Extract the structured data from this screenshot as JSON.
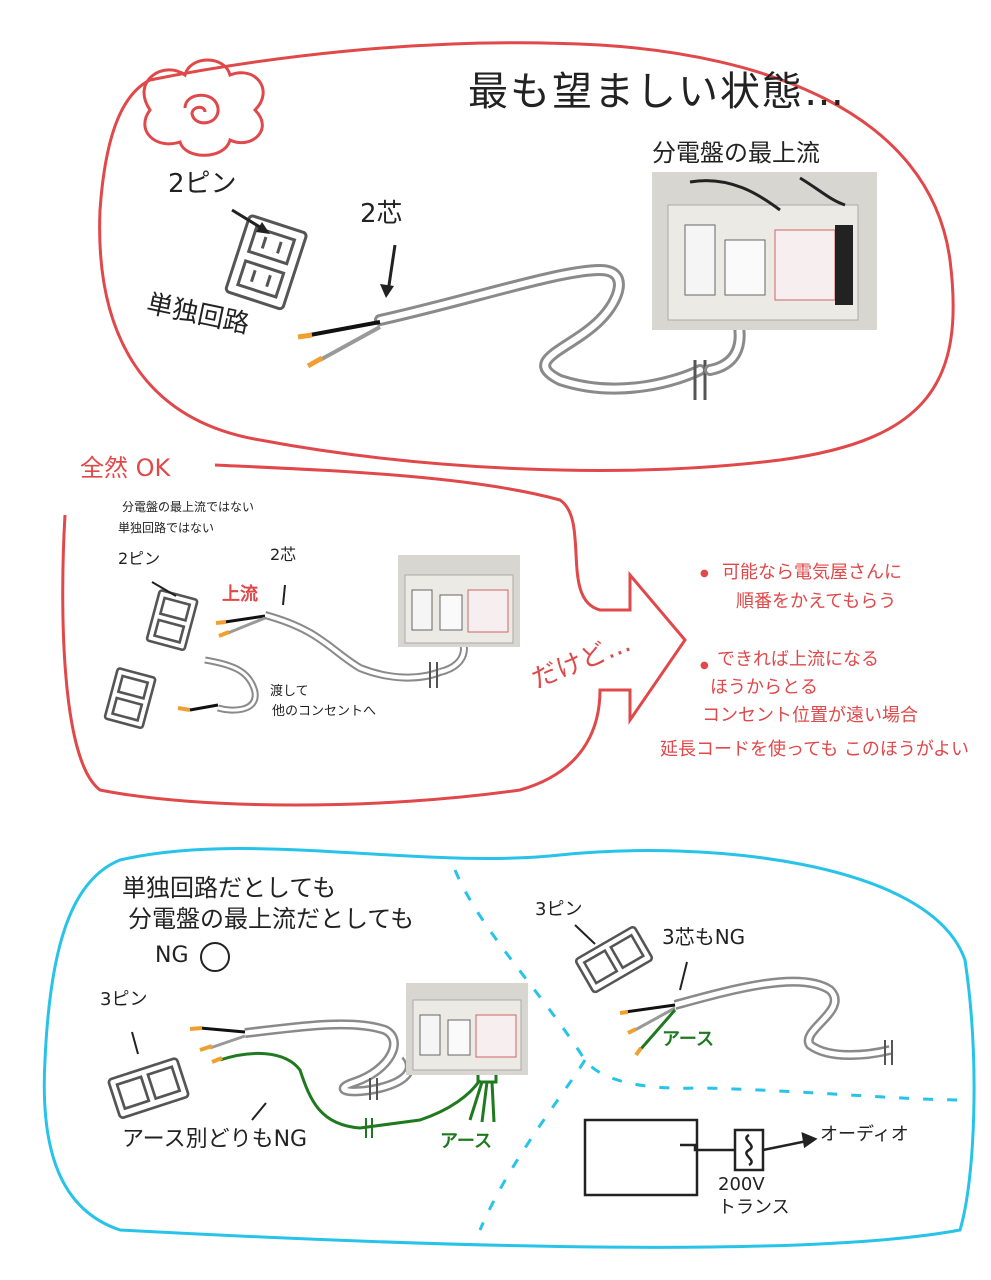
{
  "section1": {
    "title": "最も望ましい状態…",
    "label_panel": "分電盤の最上流",
    "label_2pin": "2ピン",
    "label_2core": "2芯",
    "label_single": "単独回路"
  },
  "section2": {
    "title": "全然 OK",
    "note_line1": "分電盤の最上流ではない",
    "note_line2": "単独回路ではない",
    "label_2pin": "2ピン",
    "label_2core": "2芯",
    "label_upstream": "上流",
    "label_pass": "渡して",
    "label_other": "他のコンセントへ",
    "arrow_text": "だけど…",
    "advice": [
      "可能なら電気屋さんに",
      "順番をかえてもらう",
      "できれば上流になる",
      "ほうからとる",
      "コンセント位置が遠い場合",
      "延長コードを使っても このほうがよい"
    ]
  },
  "section3": {
    "line1": "単独回路だとしても",
    "line2": "分電盤の最上流だとしても",
    "ng": "NG",
    "label_3pin_left": "3ピン",
    "label_earth_sep": "アース別どりもNG",
    "label_earth_left": "アース",
    "label_3pin_right": "3ピン",
    "label_3core": "3芯もNG",
    "label_earth_right": "アース",
    "label_audio": "オーディオ",
    "label_200v": "200V",
    "label_trans": "トランス"
  },
  "colors": {
    "red": "#e0484a",
    "blue": "#27c3e8",
    "green": "#1f7a1f",
    "cable_gray": "#8a8a8a",
    "wire_orange": "#f0a030"
  }
}
